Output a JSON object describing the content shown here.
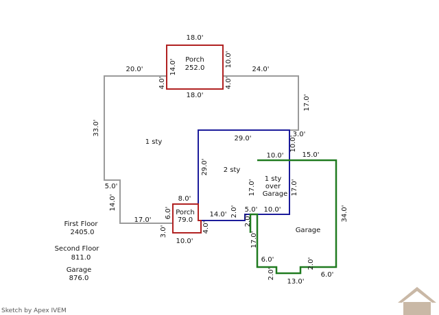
{
  "colors": {
    "outline": "#9a9a9a",
    "two_story": "#1a1a9a",
    "garage": "#1f7a1f",
    "porch": "#b02020",
    "logo": "#c9b8a6"
  },
  "labels": {
    "porch_top_name": "Porch",
    "porch_top_area": "252.0",
    "one_sty": "1 sty",
    "two_sty": "2 sty",
    "over_garage_line1": "1 sty",
    "over_garage_line2": "over",
    "over_garage_line3": "Garage",
    "garage": "Garage",
    "porch_bottom_name": "Porch",
    "porch_bottom_area": "79.0"
  },
  "dimensions": {
    "porch_top_width": "18.0'",
    "porch_top_bottom": "18.0'",
    "porch_top_left": "14.0'",
    "porch_top_right": "10.0'",
    "porch_top_left_step": "4.0'",
    "porch_top_right_step": "4.0'",
    "left_top": "20.0'",
    "right_top": "24.0'",
    "right_side": "17.0'",
    "left_side": "33.0'",
    "left_step_h": "5.0'",
    "left_lower": "14.0'",
    "bottom_left": "17.0'",
    "two_sty_top": "29.0'",
    "two_sty_left": "29.0'",
    "two_sty_step_right": "3.0'",
    "two_sty_right_v": "10.0'",
    "two_sty_inner_top": "10.0'",
    "garage_top": "15.0'",
    "over_garage_left": "17.0'",
    "over_garage_right": "17.0'",
    "over_garage_bottom": "10.0'",
    "two_sty_step_5": "5.0'",
    "two_sty_step_2": "2.0'",
    "two_sty_bottom": "14.0'",
    "garage_right": "34.0'",
    "garage_left": "17.0'",
    "garage_step_left": "6.0'",
    "garage_step_left_v": "2.0'",
    "garage_bottom": "13.0'",
    "garage_step_right_v": "2.0'",
    "garage_step_right": "6.0'",
    "garage_small_left": "2.0'",
    "porch_bottom_top": "8.0'",
    "porch_bottom_left": "6.0'",
    "porch_bottom_left_low": "3.0'",
    "porch_bottom_bottom": "10.0'",
    "porch_bottom_right": "4.0'"
  },
  "areas": {
    "first_floor_label": "First Floor",
    "first_floor_value": "2405.0",
    "second_floor_label": "Second Floor",
    "second_floor_value": "811.0",
    "garage_label": "Garage",
    "garage_value": "876.0"
  },
  "footer": "Sketch by Apex IVEM"
}
